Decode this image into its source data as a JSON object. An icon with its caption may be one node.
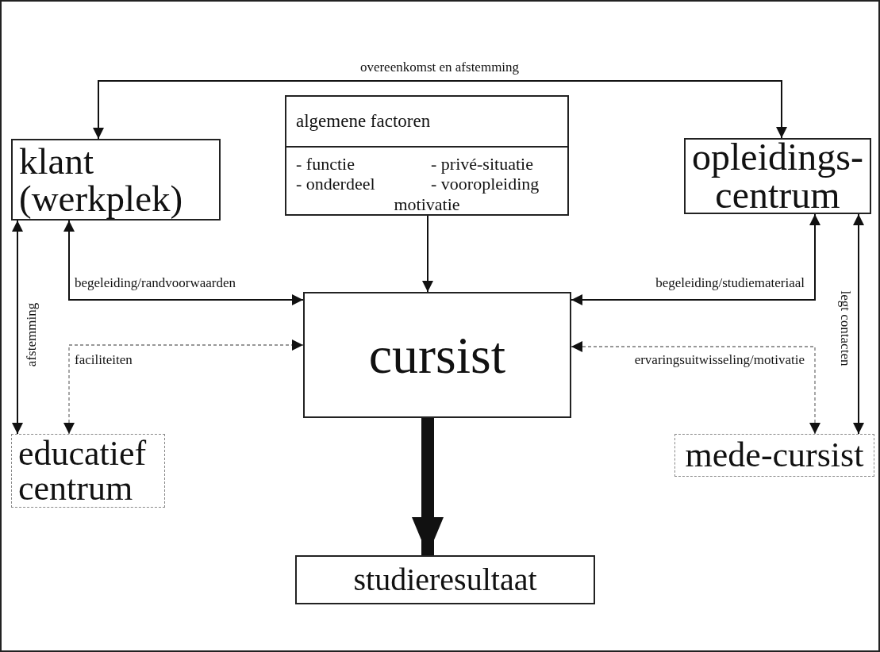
{
  "diagram": {
    "nodes": [
      {
        "text": [
          "klant (werkplek)"
        ]
      },
      {
        "text": [
          "algemene factoren",
          "- functie",
          "- privé-situatie",
          "- onderdeel",
          "- vooropleiding",
          "motivatie"
        ]
      },
      {
        "text": [
          "opleidings-centrum"
        ]
      },
      {
        "text": [
          "cursist"
        ]
      },
      {
        "text": [
          "educatief centrum"
        ]
      },
      {
        "text": [
          "mede-cursist"
        ]
      },
      {
        "text": [
          "studieresultaat"
        ]
      }
    ],
    "edges": [
      {
        "from": 0,
        "to": 2,
        "arrow": "both",
        "label": "overeenkomst en afstemming"
      },
      {
        "from": 1,
        "to": 3,
        "arrow": "to"
      },
      {
        "from": 0,
        "to": 3,
        "arrow": "both",
        "label": "begeleiding/randvoorwaarden"
      },
      {
        "from": 4,
        "to": 3,
        "arrow": "both",
        "label": "faciliteiten",
        "style": "dashed",
        "color": "#777777"
      },
      {
        "from": 0,
        "to": 4,
        "arrow": "both",
        "label": "afstemming"
      },
      {
        "from": 2,
        "to": 3,
        "arrow": "both",
        "label": "begeleiding/studiemateriaal"
      },
      {
        "from": 5,
        "to": 3,
        "arrow": "both",
        "label": "ervaringsuitwisseling/motivatie",
        "style": "dashed",
        "color": "#777777"
      },
      {
        "from": 2,
        "to": 5,
        "arrow": "both",
        "label": "legt contacten"
      },
      {
        "from": 3,
        "to": 6,
        "arrow": "to",
        "style": "thick"
      }
    ]
  }
}
